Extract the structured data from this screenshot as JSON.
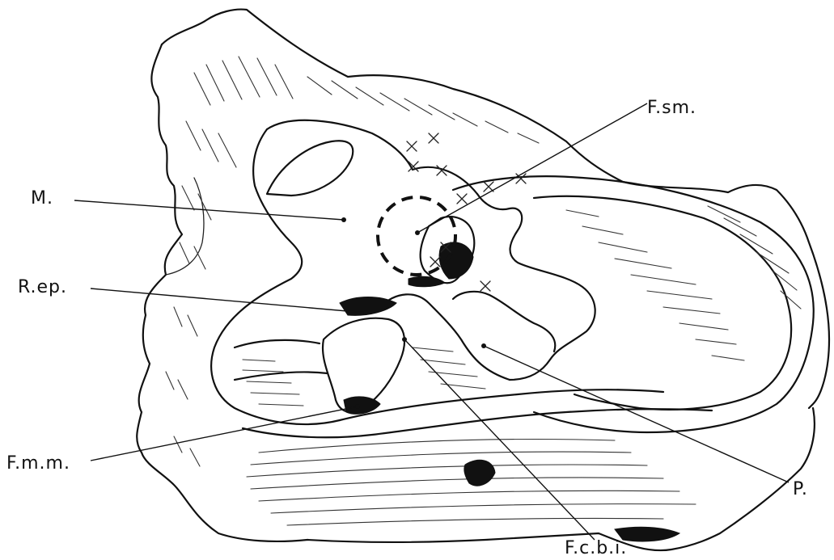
{
  "labels": {
    "f_sm": "F.sm.",
    "m": "M.",
    "r_ep": "R.ep.",
    "f_mm": "F.m.m.",
    "p": "P.",
    "f_cbi": "F.c.b.i."
  },
  "colors": {
    "ink": "#111111",
    "paper": "#ffffff"
  }
}
